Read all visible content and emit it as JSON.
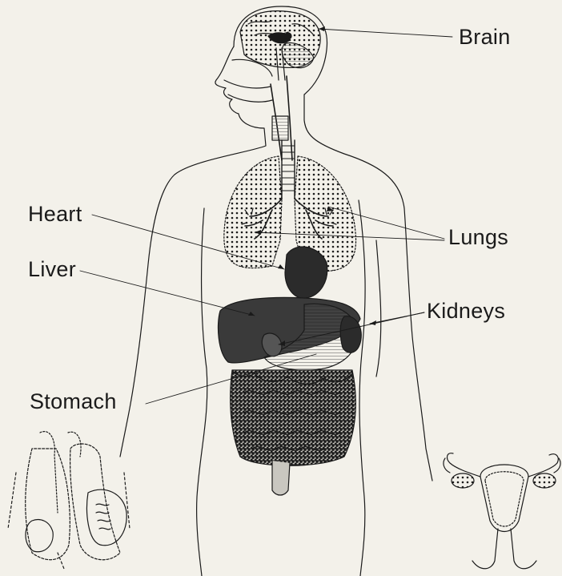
{
  "labels": {
    "brain": "Brain",
    "heart": "Heart",
    "lungs": "Lungs",
    "liver": "Liver",
    "kidneys": "Kidneys",
    "stomach": "Stomach"
  },
  "colors": {
    "paper": "#f3f1ea",
    "ink": "#1a1a1a",
    "organ_dark": "#2b2b2b",
    "organ_mid": "#8c8c8c",
    "organ_light": "#d4d2cc"
  }
}
